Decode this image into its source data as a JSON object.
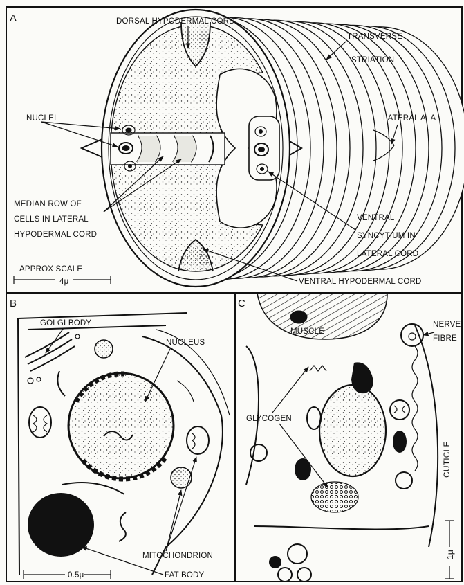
{
  "panels": {
    "a": {
      "letter": "A",
      "labels": {
        "dorsal_cord": "DORSAL HYPODERMAL CORD",
        "transverse": "TRANSVERSE",
        "striation": "STRIATION",
        "nuclei": "NUCLEI",
        "lateral_ala": "LATERAL ALA",
        "median_1": "MEDIAN ROW OF",
        "median_2": "CELLS IN LATERAL",
        "median_3": "HYPODERMAL CORD",
        "ventral_1": "VENTRAL",
        "ventral_2": "SYNCYTIUM IN",
        "ventral_3": "LATERAL CORD",
        "ventral_cord": "VENTRAL HYPODERMAL CORD",
        "scale_title": "APPROX SCALE",
        "scale_value": "4μ"
      }
    },
    "b": {
      "letter": "B",
      "labels": {
        "golgi": "GOLGI BODY",
        "nucleus": "NUCLEUS",
        "mitochondrion": "MITOCHONDRION",
        "fat_body": "FAT BODY",
        "scale": "0.5μ"
      }
    },
    "c": {
      "letter": "C",
      "labels": {
        "muscle": "MUSCLE",
        "nerve_1": "NERVE",
        "nerve_2": "FIBRE",
        "glycogen": "GLYCOGEN",
        "cuticle": "CUTICLE",
        "scale": "1μ"
      }
    }
  },
  "colors": {
    "ink": "#111111",
    "paper": "#fbfbf8"
  }
}
